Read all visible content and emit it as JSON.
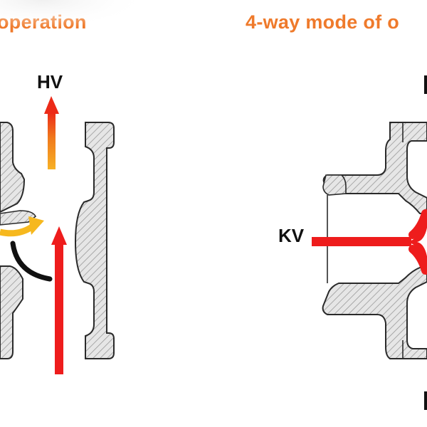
{
  "headings": {
    "left": "operation",
    "right": "4-way mode of o"
  },
  "labels": {
    "hot_water": "HV",
    "cold_water": "KV"
  },
  "colors": {
    "heading": "#ef7a2b",
    "arrow_red": "#ee1c1c",
    "arrow_orange": "#f39a1e",
    "arrow_yellow": "#f6b81e",
    "housing_fill": "#e6e6e6",
    "housing_stroke": "#2a2a2a",
    "label_text": "#111111"
  },
  "icons": {
    "hot_water_arrow": "arrow-up-gradient-icon",
    "cold_water_arrow": "arrow-up-red-icon",
    "mixing_arrow": "arrow-curved-yellow-icon",
    "four_way_split": "arrow-y-split-red-icon"
  }
}
